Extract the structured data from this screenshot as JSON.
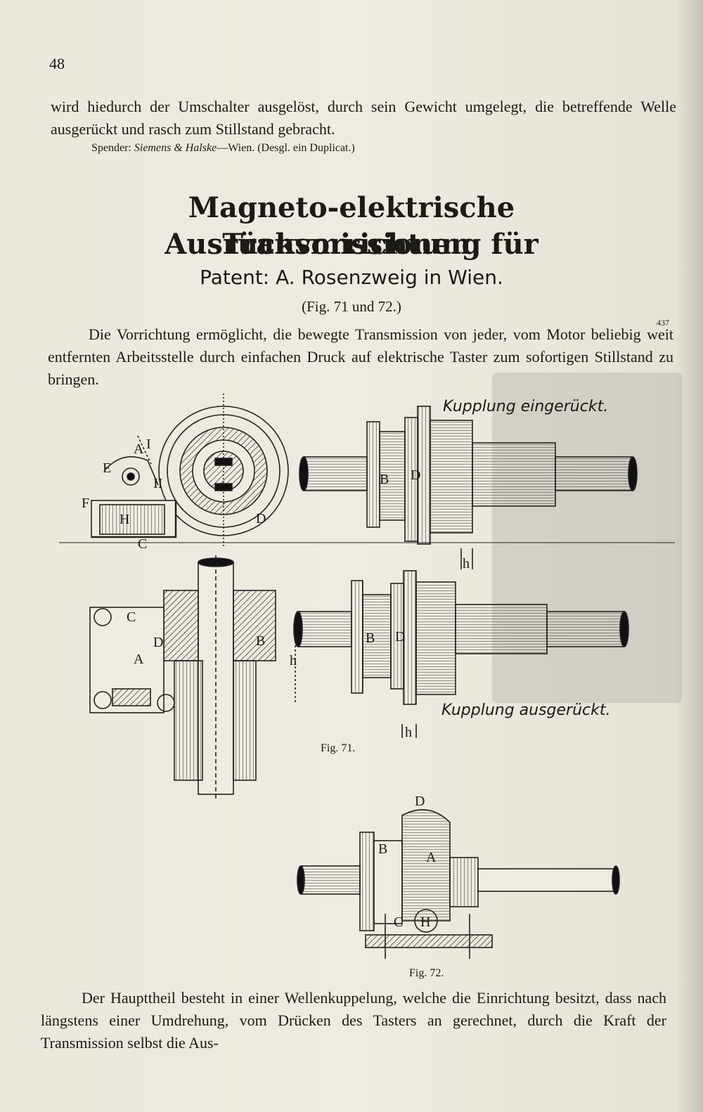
{
  "page": {
    "number": "48"
  },
  "paragraph1": "wird hiedurch der Umschalter ausgelöst, durch sein Gewicht umgelegt, die betreffende Welle ausgerückt und rasch zum Stillstand gebracht.",
  "donor": {
    "label": "Spender:",
    "names": "Siemens & Halske",
    "rest": "—Wien. (Desgl. ein Duplicat.)"
  },
  "title": {
    "line1": "Magneto-elektrische Ausrückvorrichtung für",
    "line2": "Transmissionen.",
    "subtitle": "Patent: A. Rosenzweig in Wien.",
    "figref": "(Fig. 71 und 72.)",
    "side_number": "437"
  },
  "paragraph2": "Die Vorrichtung ermöglicht, die bewegte Transmission von jeder, vom Motor beliebig weit entfernten Arbeitsstelle durch einfachen Druck auf elektrische Taster zum sofortigen Stillstand zu bringen.",
  "figure": {
    "label_engaged": "Kupplung eingerückt.",
    "label_disengaged": "Kupplung ausgerückt.",
    "caption1": "Fig. 71.",
    "caption2": "Fig. 72.",
    "letters": {
      "a": "A",
      "b": "B",
      "c": "C",
      "d": "D",
      "e": "E",
      "f": "F",
      "h": "H",
      "h_small": "h",
      "i": "I",
      "ii": "II"
    }
  },
  "paragraph3": "Der Haupttheil besteht in einer Wellenkuppelung, welche die Einrichtung besitzt, dass nach längstens einer Umdrehung, vom Drücken des Tasters an gerechnet, durch die Kraft der Transmission selbst die Aus-"
}
